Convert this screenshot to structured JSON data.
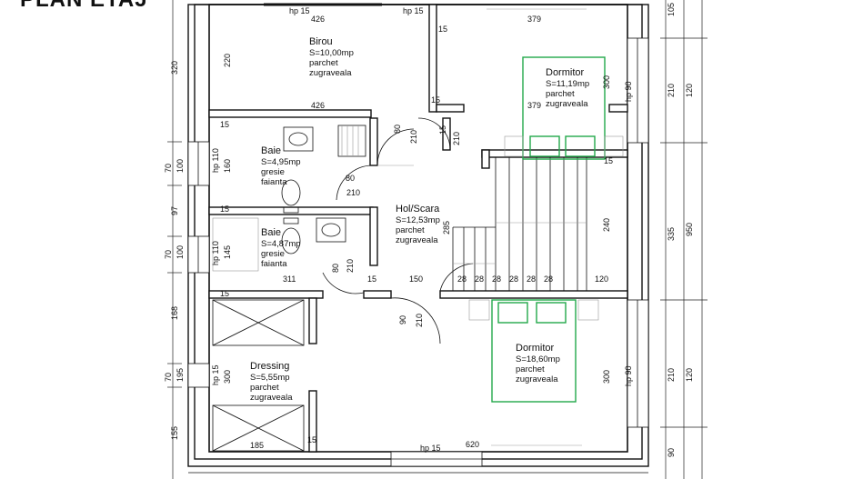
{
  "title": "PLAN ETAJ",
  "rooms": [
    {
      "id": "birou",
      "name": "Birou",
      "area": "S=10,00mp",
      "floor": "parchet",
      "finish": "zugraveala"
    },
    {
      "id": "dormitor1",
      "name": "Dormitor",
      "area": "S=11,19mp",
      "floor": "parchet",
      "finish": "zugraveala"
    },
    {
      "id": "baie1",
      "name": "Baie",
      "area": "S=4,95mp",
      "floor": "gresie",
      "finish": "faianta"
    },
    {
      "id": "baie2",
      "name": "Baie",
      "area": "S=4,87mp",
      "floor": "gresie",
      "finish": "faianta"
    },
    {
      "id": "hol",
      "name": "Hol/Scara",
      "area": "S=12,53mp",
      "floor": "parchet",
      "finish": "zugraveala"
    },
    {
      "id": "dressing",
      "name": "Dressing",
      "area": "S=5,55mp",
      "floor": "parchet",
      "finish": "zugraveala"
    },
    {
      "id": "dormitor2",
      "name": "Dormitor",
      "area": "S=18,60mp",
      "floor": "parchet",
      "finish": "zugraveala"
    }
  ],
  "dims": {
    "hp15a": "hp 15",
    "hp15b": "hp 15",
    "d426a": "426",
    "d379a": "379",
    "d105": "105",
    "d15a": "15",
    "d220": "220",
    "d320": "320",
    "d426b": "426",
    "d15b": "15",
    "d300a": "300",
    "hp90a": "hp 90",
    "d210a": "210",
    "d120a": "120",
    "d379b": "379",
    "d80a": "80",
    "d210b": "210",
    "d15c": "15",
    "d210c": "210",
    "d15d": "15",
    "hp110a": "hp 110",
    "d160": "160",
    "d70a": "70",
    "d100a": "100",
    "d80b": "80",
    "d210d": "210",
    "d97": "97",
    "d15e": "15",
    "d285": "285",
    "d240": "240",
    "d335": "335",
    "d950": "950",
    "hp110b": "hp 110",
    "d145": "145",
    "d70b": "70",
    "d100b": "100",
    "d80c": "80",
    "d210e": "210",
    "d311": "311",
    "d150": "150",
    "d120b": "120",
    "d15f": "15",
    "steps": [
      "28",
      "28",
      "28",
      "28",
      "28",
      "28"
    ],
    "d168": "168",
    "d15g": "15",
    "d90a": "90",
    "d210f": "210",
    "d70c": "70",
    "d195": "195",
    "hp15c": "hp 15",
    "d300b": "300",
    "d300c": "300",
    "hp90b": "hp 90",
    "d210g": "210",
    "d120c": "120",
    "d155": "155",
    "d185": "185",
    "d15h": "15",
    "hp15d": "hp 15",
    "d620": "620",
    "d90b": "90"
  },
  "colors": {
    "wall": "#111111",
    "furniture": "#22a84a",
    "text": "#111111"
  }
}
